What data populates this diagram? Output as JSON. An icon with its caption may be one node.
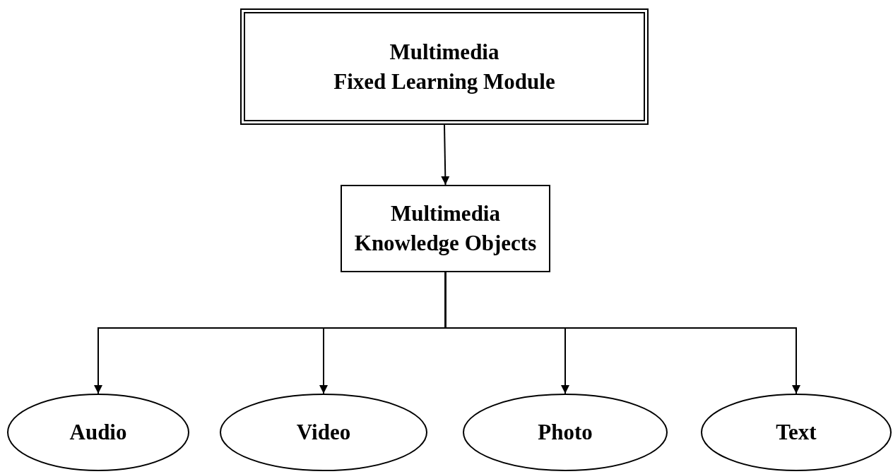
{
  "diagram": {
    "nodes": [
      {
        "text": [
          "Multimedia",
          "Fixed Learning Module"
        ]
      },
      {
        "text": [
          "Multimedia",
          "Knowledge Objects"
        ]
      },
      {
        "text": [
          "Audio"
        ]
      },
      {
        "text": [
          "Video"
        ]
      },
      {
        "text": [
          "Photo"
        ]
      },
      {
        "text": [
          "Text"
        ]
      }
    ],
    "edges": [
      {
        "from": 0,
        "to": 1,
        "arrow": "to"
      },
      {
        "from": 1,
        "to": 2,
        "arrow": "to"
      },
      {
        "from": 1,
        "to": 3,
        "arrow": "to"
      },
      {
        "from": 1,
        "to": 4,
        "arrow": "to"
      },
      {
        "from": 1,
        "to": 5,
        "arrow": "to"
      }
    ]
  }
}
